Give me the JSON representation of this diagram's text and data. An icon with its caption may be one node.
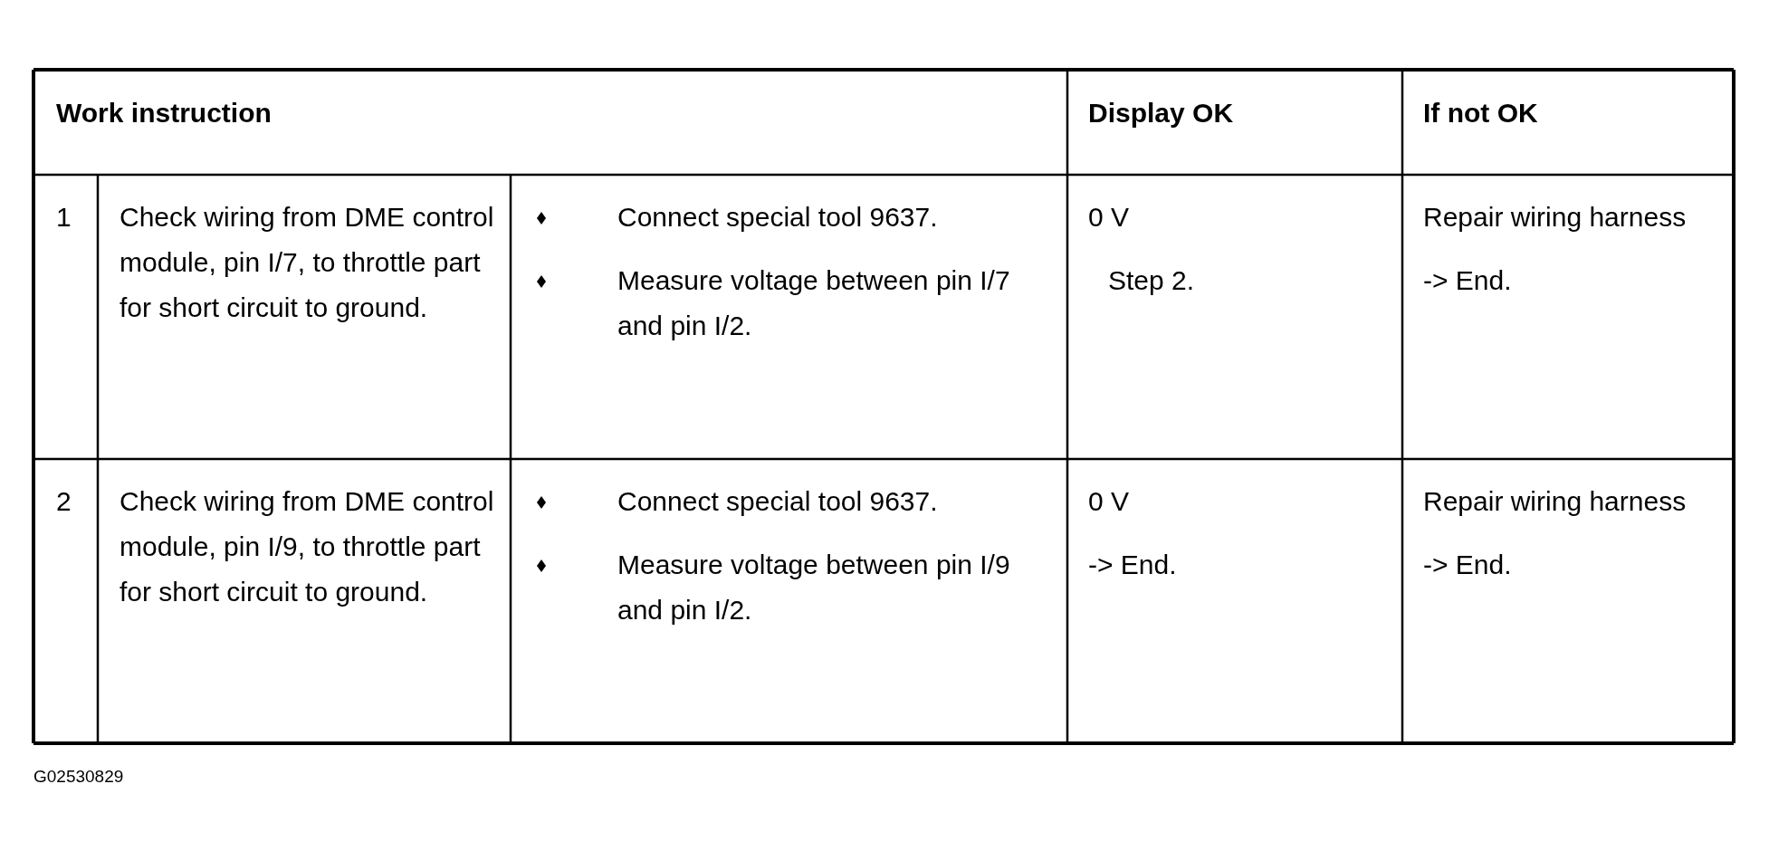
{
  "diagram": {
    "labels": [
      "Work instruction",
      "Display OK",
      "If not OK",
      "1",
      "Check wiring from DME control module, pin I/7, to throttle part for short circuit to ground.",
      "Connect special tool 9637.",
      "Measure voltage between pin I/7 and pin I/2.",
      "0 V",
      "Step 2.",
      "Repair wiring harness",
      "-> End.",
      "2",
      "Check wiring from DME control module, pin I/9, to throttle part for short circuit to ground.",
      "Connect special tool 9637.",
      "Measure voltage between pin I/9 and pin I/2.",
      "0 V",
      "-> End.",
      "Repair wiring harness",
      "-> End.",
      "G02530829"
    ]
  }
}
